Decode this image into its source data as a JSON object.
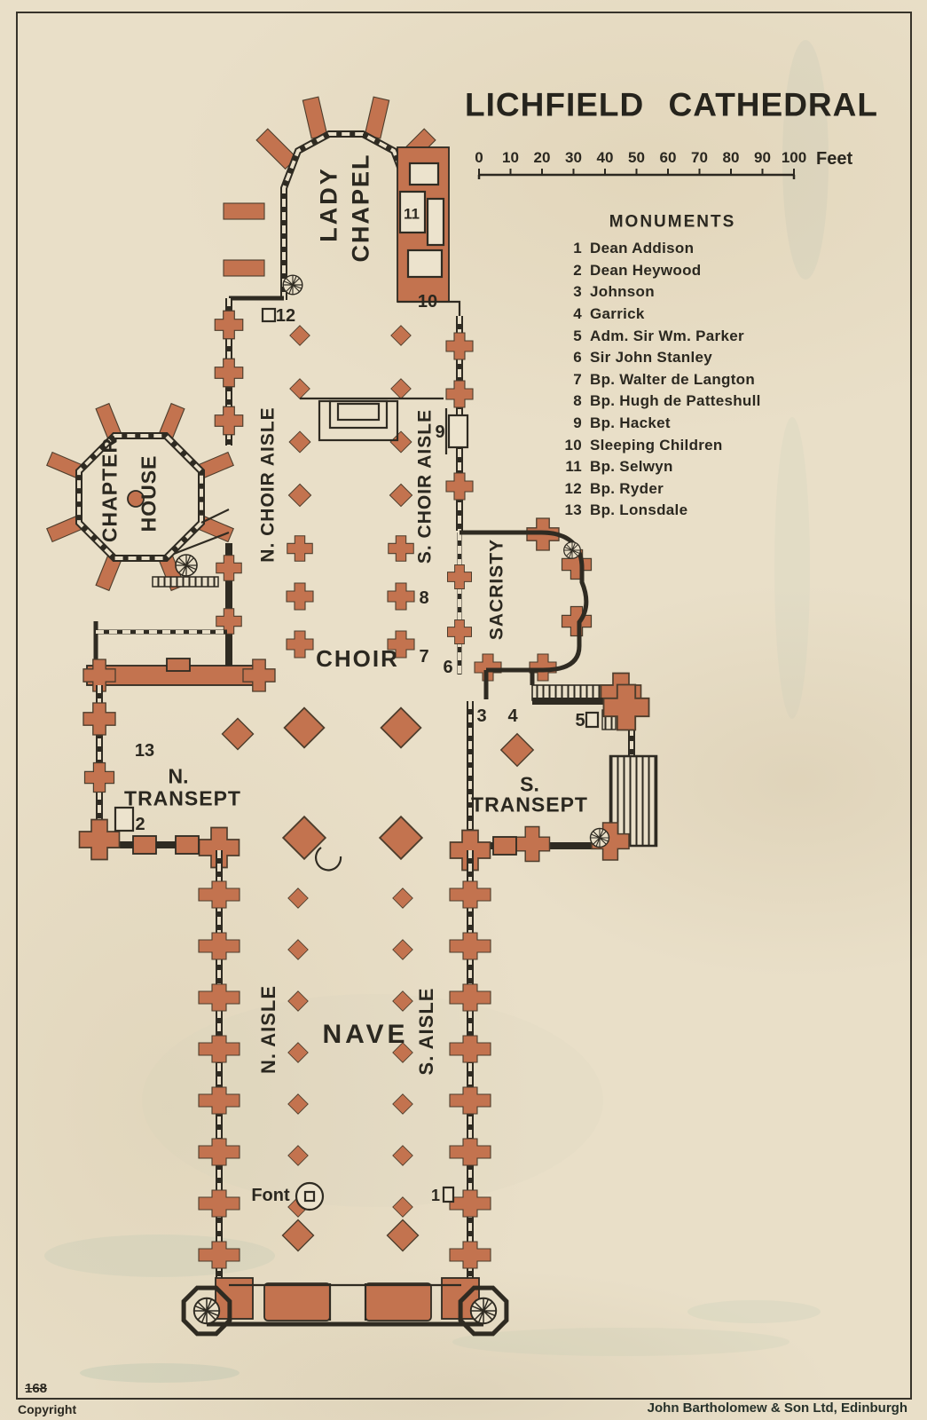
{
  "page": {
    "title": "LICHFIELD CATHEDRAL"
  },
  "scale_bar": {
    "ticks": [
      "0",
      "10",
      "20",
      "30",
      "40",
      "50",
      "60",
      "70",
      "80",
      "90",
      "100"
    ],
    "unit": "Feet"
  },
  "monuments": {
    "heading": "MONUMENTS",
    "items": [
      {
        "num": "1",
        "name": "Dean Addison"
      },
      {
        "num": "2",
        "name": "Dean Heywood"
      },
      {
        "num": "3",
        "name": "Johnson"
      },
      {
        "num": "4",
        "name": "Garrick"
      },
      {
        "num": "5",
        "name": "Adm. Sir Wm. Parker"
      },
      {
        "num": "6",
        "name": "Sir John Stanley"
      },
      {
        "num": "7",
        "name": "Bp. Walter de Langton"
      },
      {
        "num": "8",
        "name": "Bp. Hugh de Patteshull"
      },
      {
        "num": "9",
        "name": "Bp. Hacket"
      },
      {
        "num": "10",
        "name": "Sleeping Children"
      },
      {
        "num": "11",
        "name": "Bp. Selwyn"
      },
      {
        "num": "12",
        "name": "Bp. Ryder"
      },
      {
        "num": "13",
        "name": "Bp. Lonsdale"
      }
    ]
  },
  "plan": {
    "labels": {
      "lady": "LADY",
      "chapel": "CHAPEL",
      "n_choir_aisle": "N. CHOIR AISLE",
      "s_choir_aisle": "S. CHOIR AISLE",
      "chapter": "CHAPTER",
      "house": "HOUSE",
      "sacristy": "SACRISTY",
      "choir": "CHOIR",
      "n_transept_1": "N.",
      "n_transept_2": "TRANSEPT",
      "s_transept_1": "S.",
      "s_transept_2": "TRANSEPT",
      "n_aisle": "N. AISLE",
      "s_aisle": "S. AISLE",
      "nave": "NAVE",
      "font": "Font"
    },
    "markers": {
      "m1": "1",
      "m2": "2",
      "m3": "3",
      "m4": "4",
      "m5": "5",
      "m6": "6",
      "m7": "7",
      "m8": "8",
      "m9": "9",
      "m10": "10",
      "m11": "11",
      "m12": "12",
      "m13": "13"
    }
  },
  "footer": {
    "plate_number": "168",
    "copyright": "Copyright",
    "publisher": "John Bartholomew & Son Ltd, Edinburgh"
  },
  "colors": {
    "masonry": "#c3734f",
    "paper": "#e9dfc8",
    "ink": "#2b2820"
  }
}
